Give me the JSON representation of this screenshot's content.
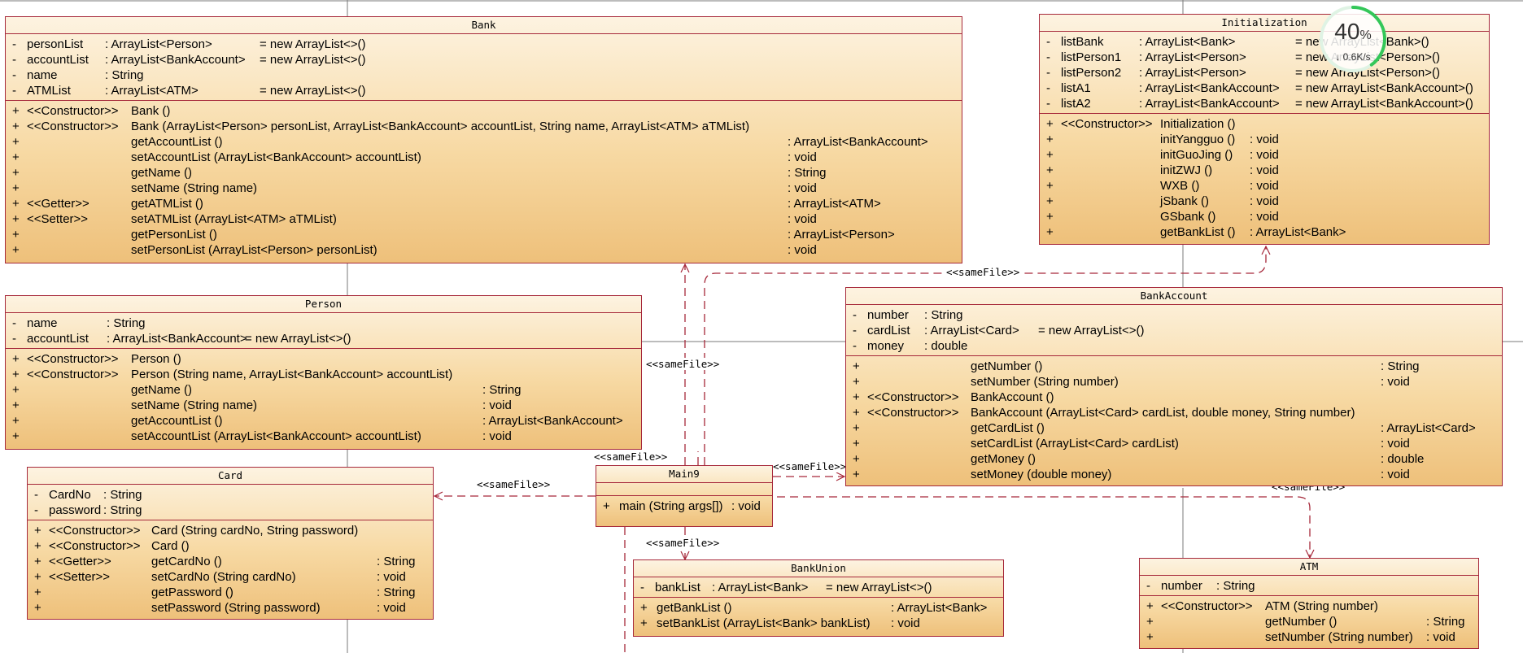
{
  "relation_label": "<<sameFile>>",
  "classes": {
    "bank": {
      "name": "Bank",
      "attributes": [
        {
          "v": "-",
          "n": "personList",
          "t": ": ArrayList<Person>",
          "i": "= new ArrayList<>()"
        },
        {
          "v": "-",
          "n": "accountList",
          "t": ": ArrayList<BankAccount>",
          "i": "= new ArrayList<>()"
        },
        {
          "v": "-",
          "n": "name",
          "t": ": String",
          "i": ""
        },
        {
          "v": "-",
          "n": "ATMList",
          "t": ": ArrayList<ATM>",
          "i": "= new ArrayList<>()"
        }
      ],
      "operations": [
        {
          "v": "+",
          "s": "<<Constructor>>",
          "n": "Bank ()",
          "r": ""
        },
        {
          "v": "+",
          "s": "<<Constructor>>",
          "n": "Bank (ArrayList<Person> personList, ArrayList<BankAccount> accountList, String name, ArrayList<ATM> aTMList)",
          "r": ""
        },
        {
          "v": "+",
          "s": "",
          "n": "getAccountList ()",
          "r": ": ArrayList<BankAccount>"
        },
        {
          "v": "+",
          "s": "",
          "n": "setAccountList (ArrayList<BankAccount> accountList)",
          "r": ": void"
        },
        {
          "v": "+",
          "s": "",
          "n": "getName ()",
          "r": ": String"
        },
        {
          "v": "+",
          "s": "",
          "n": "setName (String name)",
          "r": ": void"
        },
        {
          "v": "+",
          "s": "<<Getter>>",
          "n": "getATMList ()",
          "r": ": ArrayList<ATM>"
        },
        {
          "v": "+",
          "s": "<<Setter>>",
          "n": "setATMList (ArrayList<ATM> aTMList)",
          "r": ": void"
        },
        {
          "v": "+",
          "s": "",
          "n": "getPersonList ()",
          "r": ": ArrayList<Person>"
        },
        {
          "v": "+",
          "s": "",
          "n": "setPersonList (ArrayList<Person> personList)",
          "r": ": void"
        }
      ]
    },
    "initialization": {
      "name": "Initialization",
      "attributes": [
        {
          "v": "-",
          "n": "listBank",
          "t": ": ArrayList<Bank>",
          "i": "= new ArrayList<Bank>()"
        },
        {
          "v": "-",
          "n": "listPerson1",
          "t": ": ArrayList<Person>",
          "i": "= new ArrayList<Person>()"
        },
        {
          "v": "-",
          "n": "listPerson2",
          "t": ": ArrayList<Person>",
          "i": "= new ArrayList<Person>()"
        },
        {
          "v": "-",
          "n": "listA1",
          "t": ": ArrayList<BankAccount>",
          "i": "= new ArrayList<BankAccount>()"
        },
        {
          "v": "-",
          "n": "listA2",
          "t": ": ArrayList<BankAccount>",
          "i": "= new ArrayList<BankAccount>()"
        }
      ],
      "operations": [
        {
          "v": "+",
          "s": "<<Constructor>>",
          "n": "Initialization ()",
          "r": ""
        },
        {
          "v": "+",
          "s": "",
          "n": "initYangguo ()",
          "r": ": void"
        },
        {
          "v": "+",
          "s": "",
          "n": "initGuoJing ()",
          "r": ": void"
        },
        {
          "v": "+",
          "s": "",
          "n": "initZWJ ()",
          "r": ": void"
        },
        {
          "v": "+",
          "s": "",
          "n": "WXB ()",
          "r": ": void"
        },
        {
          "v": "+",
          "s": "",
          "n": "jSbank ()",
          "r": ": void"
        },
        {
          "v": "+",
          "s": "",
          "n": "GSbank ()",
          "r": ": void"
        },
        {
          "v": "+",
          "s": "",
          "n": "getBankList ()",
          "r": ": ArrayList<Bank>"
        }
      ]
    },
    "person": {
      "name": "Person",
      "attributes": [
        {
          "v": "-",
          "n": "name",
          "t": ": String",
          "i": ""
        },
        {
          "v": "-",
          "n": "accountList",
          "t": ": ArrayList<BankAccount>",
          "i": "= new ArrayList<>()"
        }
      ],
      "operations": [
        {
          "v": "+",
          "s": "<<Constructor>>",
          "n": "Person ()",
          "r": ""
        },
        {
          "v": "+",
          "s": "<<Constructor>>",
          "n": "Person (String name, ArrayList<BankAccount> accountList)",
          "r": ""
        },
        {
          "v": "+",
          "s": "",
          "n": "getName ()",
          "r": ": String"
        },
        {
          "v": "+",
          "s": "",
          "n": "setName (String name)",
          "r": ": void"
        },
        {
          "v": "+",
          "s": "",
          "n": "getAccountList ()",
          "r": ": ArrayList<BankAccount>"
        },
        {
          "v": "+",
          "s": "",
          "n": "setAccountList (ArrayList<BankAccount> accountList)",
          "r": ": void"
        }
      ]
    },
    "bankaccount": {
      "name": "BankAccount",
      "attributes": [
        {
          "v": "-",
          "n": "number",
          "t": ": String",
          "i": ""
        },
        {
          "v": "-",
          "n": "cardList",
          "t": ": ArrayList<Card>",
          "i": "= new ArrayList<>()"
        },
        {
          "v": "-",
          "n": "money",
          "t": ": double",
          "i": ""
        }
      ],
      "operations": [
        {
          "v": "+",
          "s": "",
          "n": "getNumber ()",
          "r": ": String"
        },
        {
          "v": "+",
          "s": "",
          "n": "setNumber (String number)",
          "r": ": void"
        },
        {
          "v": "+",
          "s": "<<Constructor>>",
          "n": "BankAccount ()",
          "r": ""
        },
        {
          "v": "+",
          "s": "<<Constructor>>",
          "n": "BankAccount (ArrayList<Card> cardList, double money, String number)",
          "r": ""
        },
        {
          "v": "+",
          "s": "",
          "n": "getCardList ()",
          "r": ": ArrayList<Card>"
        },
        {
          "v": "+",
          "s": "",
          "n": "setCardList (ArrayList<Card> cardList)",
          "r": ": void"
        },
        {
          "v": "+",
          "s": "",
          "n": "getMoney ()",
          "r": ": double"
        },
        {
          "v": "+",
          "s": "",
          "n": "setMoney (double money)",
          "r": ": void"
        }
      ]
    },
    "card": {
      "name": "Card",
      "attributes": [
        {
          "v": "-",
          "n": "CardNo",
          "t": ": String",
          "i": ""
        },
        {
          "v": "-",
          "n": "password",
          "t": ": String",
          "i": ""
        }
      ],
      "operations": [
        {
          "v": "+",
          "s": "<<Constructor>>",
          "n": "Card (String cardNo, String password)",
          "r": ""
        },
        {
          "v": "+",
          "s": "<<Constructor>>",
          "n": "Card ()",
          "r": ""
        },
        {
          "v": "+",
          "s": "<<Getter>>",
          "n": "getCardNo ()",
          "r": ": String"
        },
        {
          "v": "+",
          "s": "<<Setter>>",
          "n": "setCardNo (String cardNo)",
          "r": ": void"
        },
        {
          "v": "+",
          "s": "",
          "n": "getPassword ()",
          "r": ": String"
        },
        {
          "v": "+",
          "s": "",
          "n": "setPassword (String password)",
          "r": ": void"
        }
      ]
    },
    "main9": {
      "name": "Main9",
      "attributes": [],
      "operations": [
        {
          "v": "+",
          "s": "",
          "n": "main (String args[])",
          "r": ": void"
        }
      ]
    },
    "bankunion": {
      "name": "BankUnion",
      "attributes": [
        {
          "v": "-",
          "n": "bankList",
          "t": ": ArrayList<Bank>",
          "i": "= new ArrayList<>()"
        }
      ],
      "operations": [
        {
          "v": "+",
          "s": "",
          "n": "getBankList ()",
          "r": ": ArrayList<Bank>"
        },
        {
          "v": "+",
          "s": "",
          "n": "setBankList (ArrayList<Bank> bankList)",
          "r": ": void"
        }
      ]
    },
    "atm": {
      "name": "ATM",
      "attributes": [
        {
          "v": "-",
          "n": "number",
          "t": ": String",
          "i": ""
        }
      ],
      "operations": [
        {
          "v": "+",
          "s": "<<Constructor>>",
          "n": "ATM (String number)",
          "r": ""
        },
        {
          "v": "+",
          "s": "",
          "n": "getNumber ()",
          "r": ": String"
        },
        {
          "v": "+",
          "s": "",
          "n": "setNumber (String number)",
          "r": ": void"
        }
      ]
    }
  },
  "overlay": {
    "percent": "40",
    "percent_sign": "%",
    "speed": "0.6K/s",
    "speed_arrow": "↓",
    "progress": 0.4,
    "ring_color": "#34c759"
  }
}
